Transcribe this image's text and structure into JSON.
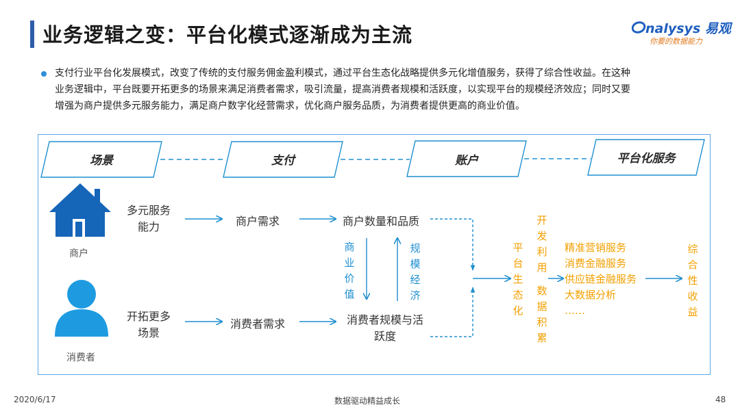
{
  "header": {
    "title": "业务逻辑之变：平台化模式逐渐成为主流",
    "logo_text": "nalysys 易观",
    "logo_tagline": "你要的数据能力"
  },
  "intro": {
    "lines": [
      "支付行业平台化发展模式，改变了传统的支付服务佣金盈利模式，通过平台生态化战略提供多元化增值服务，获得了综合性收益。在这种",
      "业务逻辑中，平台既要开拓更多的场景来满足消费者需求，吸引流量，提高消费者规模和活跃度，以实现平台的规模经济效应；同时又要",
      "增强为商户提供多元服务能力，满足商户数字化经营需求，优化商户服务品质，为消费者提供更高的商业价值。"
    ]
  },
  "diagram": {
    "headers": [
      "场景",
      "支付",
      "账户",
      "平台化服务"
    ],
    "merchant": {
      "icon_label": "商户",
      "scene": [
        "多元服务",
        "能力"
      ],
      "need": "商户需求",
      "result": "商户数量和品质"
    },
    "consumer": {
      "icon_label": "消费者",
      "scene": [
        "开拓更多",
        "场景"
      ],
      "need": "消费者需求",
      "result": [
        "消费者规模与活",
        "跃度"
      ]
    },
    "commercial_value": "商业价值",
    "scale_economy": "规模经济",
    "platform_ecology": "平台生态化",
    "develop_use": "开发利用",
    "data_accumulation": "数据积累",
    "services": [
      "精准营销服务",
      "消费金融服务",
      "供应链金融服务",
      "大数据分析",
      "……"
    ],
    "outcome": "综合性收益",
    "colors": {
      "blue": "#1e8fd0",
      "orange": "#f2a000",
      "frame": "#5aa7e6"
    }
  },
  "footer": {
    "date": "2020/6/17",
    "slogan": "数据驱动精益成长",
    "page": "48"
  }
}
